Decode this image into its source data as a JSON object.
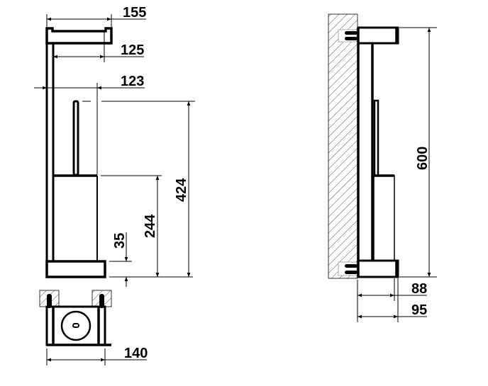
{
  "drawing": {
    "front_view": {
      "dimensions": {
        "shelf_width": "155",
        "shelf_inner": "125",
        "brush_offset": "123",
        "brush_height": "424",
        "container_height": "244",
        "base_height": "35"
      }
    },
    "top_view": {
      "dimensions": {
        "width": "140"
      }
    },
    "side_view": {
      "dimensions": {
        "total_height": "600",
        "container_depth": "88",
        "total_depth": "95"
      }
    },
    "colors": {
      "line": "#000000",
      "background": "#ffffff"
    }
  }
}
